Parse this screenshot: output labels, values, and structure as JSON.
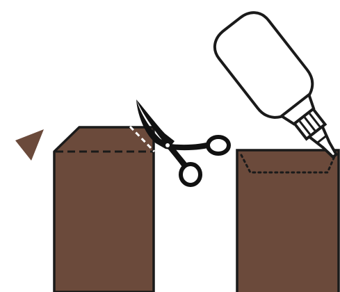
{
  "colors": {
    "paper": "#6b4a3b",
    "outline": "#1a1a1a",
    "background": "#ffffff",
    "tool": "#ffffff",
    "blade": "#111111",
    "cut_guide": "#ffffff"
  },
  "icons": {
    "cut_corner": "triangle-offcut-icon",
    "scissors": "scissors-icon",
    "glue": "glue-bottle-icon"
  },
  "figures": [
    {
      "role": "left-strip",
      "corner_trimmed": true,
      "fold_line": "dashed"
    },
    {
      "role": "right-strip",
      "corner_trimmed": false,
      "fold_line": "dotted"
    }
  ]
}
